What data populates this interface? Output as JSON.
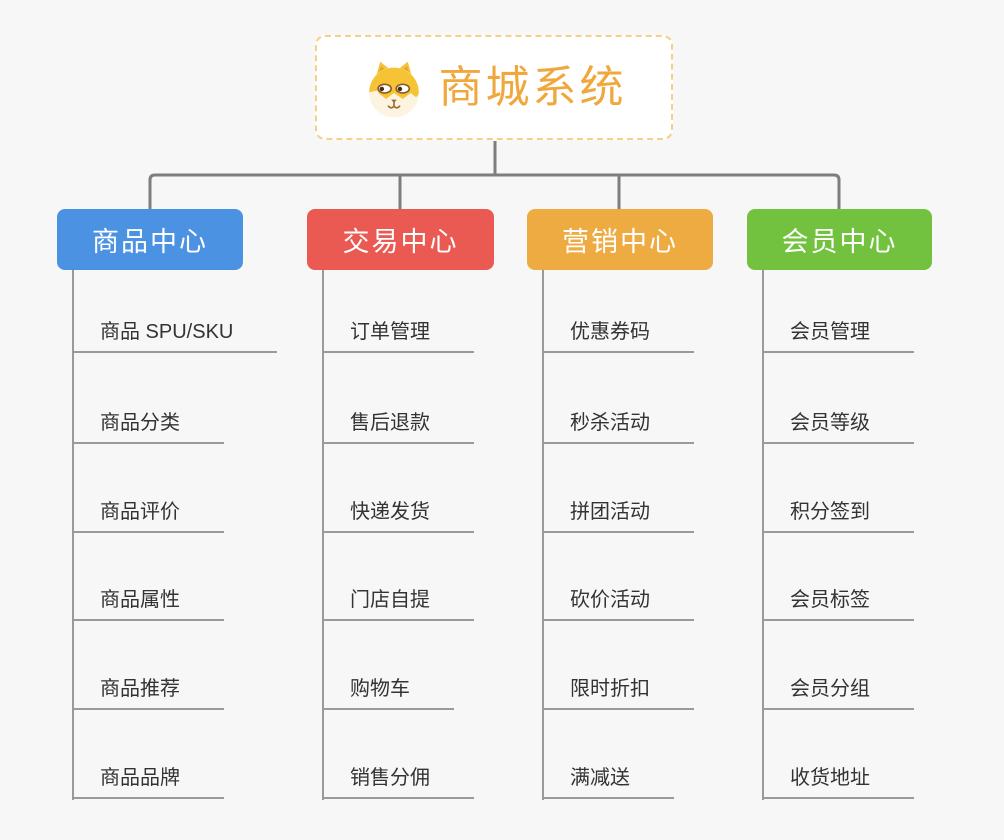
{
  "canvas": {
    "background_color": "#f7f7f7"
  },
  "root": {
    "title": "商城系统",
    "icon": "shiba-dog-icon",
    "text_color": "#f0a73c",
    "border_color": "#f5d088",
    "background_color": "#ffffff"
  },
  "connectors": {
    "main_line_color": "#7e7e7e",
    "child_line_color": "#9a9a9a"
  },
  "leaf_text_color": "#333333",
  "branches": [
    {
      "label": "商品中心",
      "color": "#4b92e3",
      "children": [
        "商品 SPU/SKU",
        "商品分类",
        "商品评价",
        "商品属性",
        "商品推荐",
        "商品品牌"
      ]
    },
    {
      "label": "交易中心",
      "color": "#ea5a52",
      "children": [
        "订单管理",
        "售后退款",
        "快递发货",
        "门店自提",
        "购物车",
        "销售分佣"
      ]
    },
    {
      "label": "营销中心",
      "color": "#eeab41",
      "children": [
        "优惠券码",
        "秒杀活动",
        "拼团活动",
        "砍价活动",
        "限时折扣",
        "满减送"
      ]
    },
    {
      "label": "会员中心",
      "color": "#72c13f",
      "children": [
        "会员管理",
        "会员等级",
        "积分签到",
        "会员标签",
        "会员分组",
        "收货地址"
      ]
    }
  ]
}
